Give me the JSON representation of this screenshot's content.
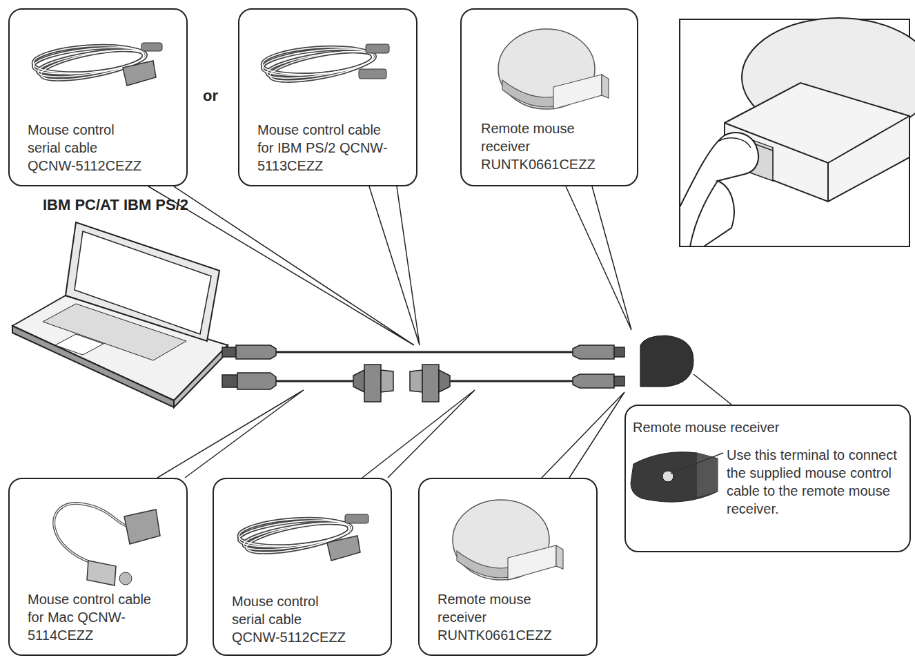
{
  "diagram": {
    "nodes": [
      {
        "text": [
          "Mouse control serial cable QCNW-5112CEZZ"
        ]
      },
      {
        "text": [
          "Mouse control cable for IBM PS/2 QCNW-5113CEZZ"
        ]
      },
      {
        "text": [
          "Remote mouse receiver RUNTK0661CEZZ"
        ]
      },
      {
        "text": [
          "Remote mouse receiver",
          "Use this terminal to connect the supplied mouse control cable to the remote mouse receiver."
        ]
      },
      {
        "text": [
          "Mouse control cable for Mac QCNW-5114CEZZ"
        ]
      },
      {
        "text": [
          "Mouse control serial cable QCNW-5112CEZZ"
        ]
      },
      {
        "text": [
          "Remote mouse receiver RUNTK0661CEZZ"
        ]
      }
    ],
    "labels": [
      "or",
      "IBM PC/AT IBM PS/2"
    ]
  }
}
